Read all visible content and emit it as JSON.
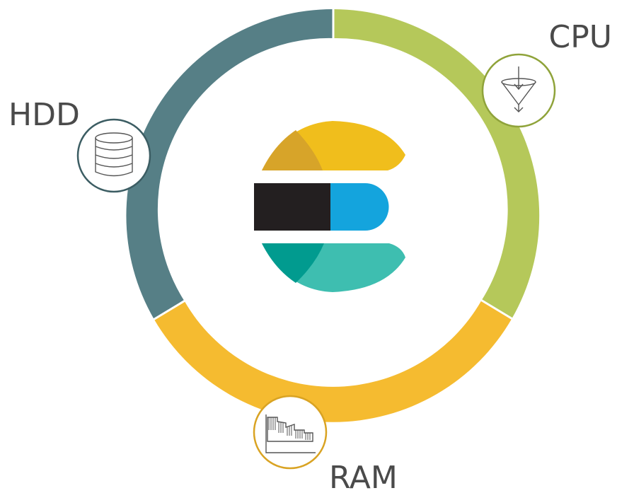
{
  "labels": {
    "cpu": "CPU",
    "hdd": "HDD",
    "ram": "RAM"
  },
  "segments": [
    {
      "name": "cpu",
      "color": "#b5c85a"
    },
    {
      "name": "ram",
      "color": "#f5bb30"
    },
    {
      "name": "hdd",
      "color": "#567f86"
    }
  ],
  "icons": [
    {
      "name": "funnel-icon",
      "resource": "cpu",
      "border_color": "#8fa33a"
    },
    {
      "name": "database-icon",
      "resource": "hdd",
      "border_color": "#3c5d63"
    },
    {
      "name": "memory-chart-icon",
      "resource": "ram",
      "border_color": "#d9a323"
    }
  ],
  "logo": {
    "name": "elasticsearch-logo",
    "colors": {
      "top": "#f0be1c",
      "top_dark": "#d7a429",
      "middle_left": "#231f20",
      "middle_right": "#14a4dd",
      "bottom": "#3ebeb0",
      "bottom_dark": "#019b8f"
    }
  }
}
